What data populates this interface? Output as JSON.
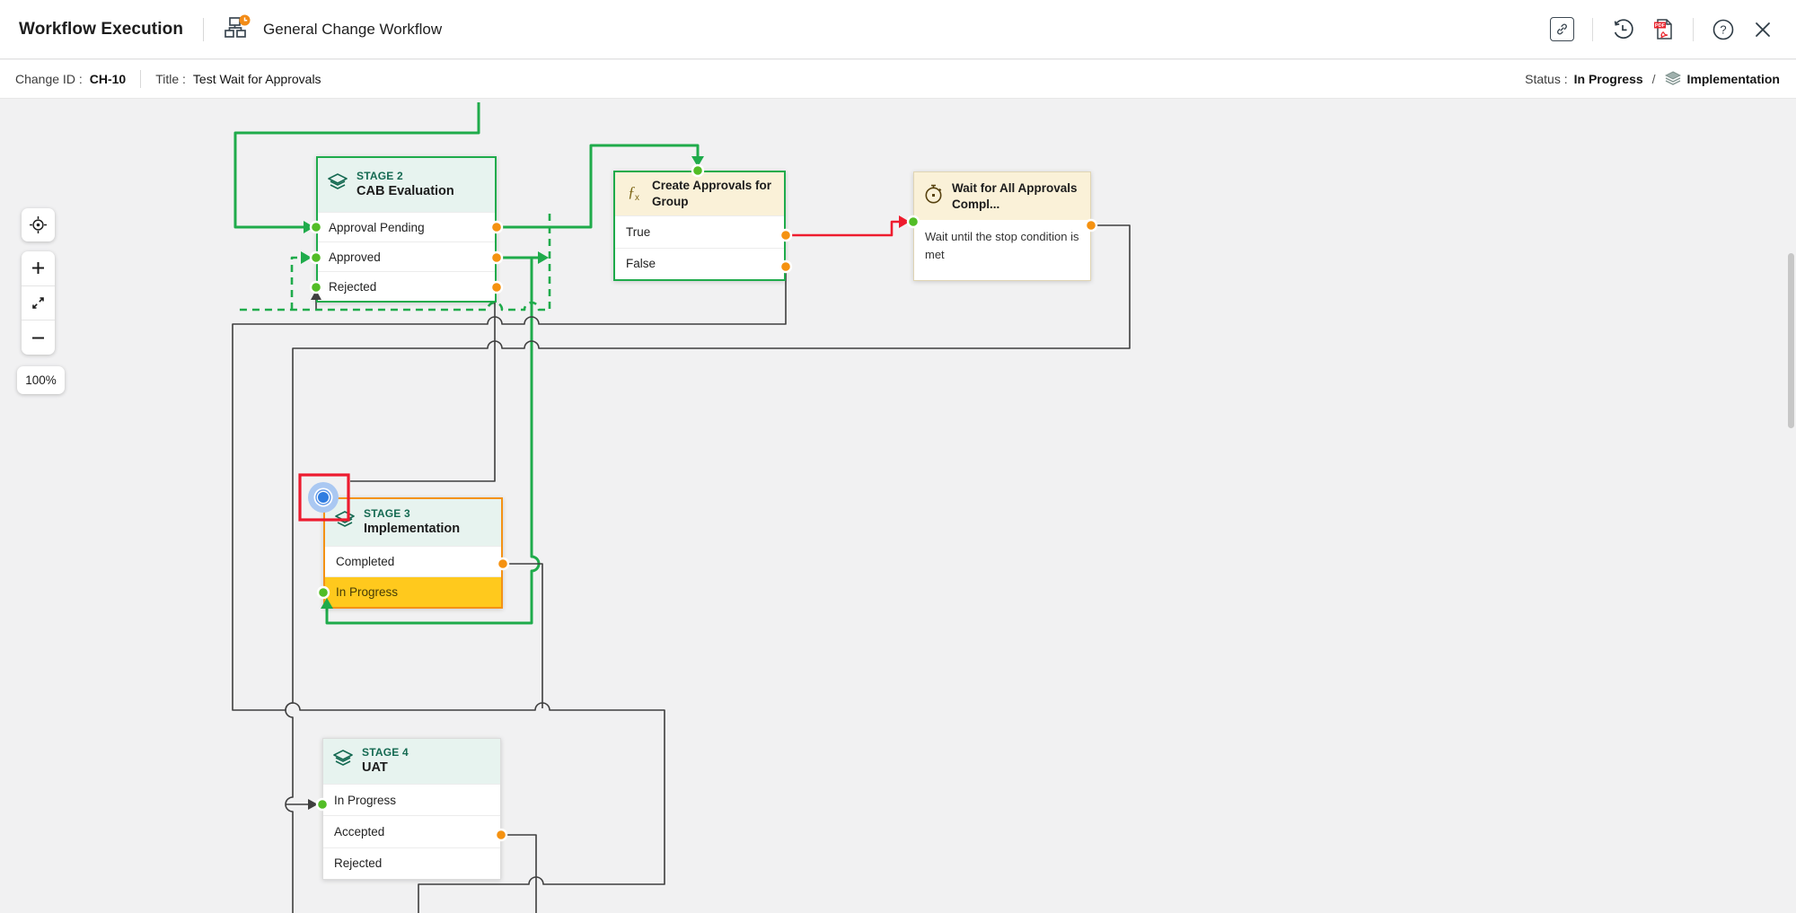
{
  "header": {
    "app_title": "Workflow Execution",
    "workflow_name": "General Change Workflow",
    "icons": [
      "workflow-icon",
      "copy-link-icon",
      "history-icon",
      "export-pdf-icon",
      "help-icon",
      "close-icon"
    ]
  },
  "info_bar": {
    "change_id_label": "Change ID :",
    "change_id": "CH-10",
    "title_label": "Title :",
    "title": "Test Wait for Approvals",
    "status_label": "Status :",
    "status_value": "In Progress",
    "status_separator": "/",
    "stage_icon": "layers-icon",
    "current_stage": "Implementation"
  },
  "canvas": {
    "zoom_level": "100%",
    "controls": [
      "locate",
      "zoom-in",
      "fit-to-screen",
      "zoom-out"
    ]
  },
  "nodes": {
    "stage2": {
      "stage_label": "STAGE 2",
      "name": "CAB Evaluation",
      "icon": "layers-icon",
      "rows": [
        "Approval Pending",
        "Approved",
        "Rejected"
      ]
    },
    "create_approvals": {
      "title": "Create Approvals for Group",
      "icon": "function-icon",
      "rows": [
        "True",
        "False"
      ]
    },
    "wait": {
      "title": "Wait for All Approvals Compl...",
      "icon": "timer-icon",
      "body": "Wait until the stop condition is met"
    },
    "stage3": {
      "stage_label": "STAGE 3",
      "name": "Implementation",
      "icon": "layers-icon",
      "rows": [
        "Completed",
        "In Progress"
      ],
      "active_row": "In Progress"
    },
    "stage4": {
      "stage_label": "STAGE 4",
      "name": "UAT",
      "icon": "layers-icon",
      "rows": [
        "In Progress",
        "Accepted",
        "Rejected"
      ]
    }
  },
  "colors": {
    "green_connector": "#1fab4b",
    "red_connector": "#ee1c2e",
    "black_connector": "#3f3f3f",
    "orange_port": "#f59211",
    "green_port": "#52bd26",
    "stage_header_bg": "#e7f3ef",
    "function_header_bg": "#faf1d8",
    "active_row_bg": "#ffc91d",
    "stage3_border": "#f49215",
    "selection_red": "#ed1b2f",
    "marker_blue": "#2f7ce0"
  }
}
